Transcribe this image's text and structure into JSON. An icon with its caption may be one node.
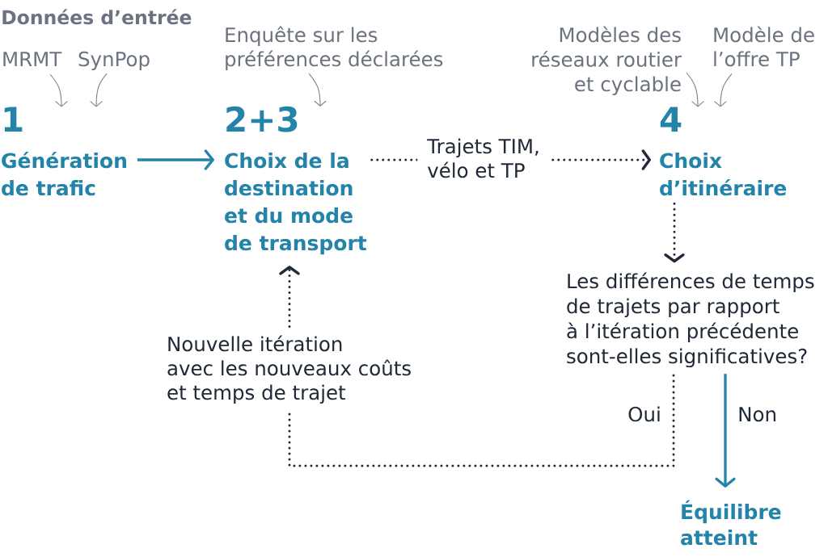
{
  "diagram": {
    "nodes": [
      {
        "text": [
          "MRMT"
        ]
      },
      {
        "text": [
          "SynPop"
        ]
      },
      {
        "text": [
          "Enquête sur les préférences déclarées"
        ]
      },
      {
        "text": [
          "Modèles des réseaux routier et cyclable"
        ]
      },
      {
        "text": [
          "Modèle de l’offre TP"
        ]
      },
      {
        "text": [
          "1",
          "Génération de trafic"
        ]
      },
      {
        "text": [
          "2+3",
          "Choix de la destination et du mode de transport"
        ]
      },
      {
        "text": [
          "4",
          "Choix d’itinéraire"
        ]
      },
      {
        "text": [
          "Les différences de temps de trajets par rapport à l’itération précédente sont-elles significatives?"
        ]
      },
      {
        "text": [
          "Nouvelle itération avec les nouveaux coûts et temps de trajet"
        ]
      },
      {
        "text": [
          "Équilibre atteint"
        ]
      }
    ],
    "edges": [
      {
        "from": 0,
        "to": 5,
        "arrow": "to"
      },
      {
        "from": 1,
        "to": 5,
        "arrow": "to"
      },
      {
        "from": 2,
        "to": 6,
        "arrow": "to"
      },
      {
        "from": 3,
        "to": 7,
        "arrow": "to"
      },
      {
        "from": 4,
        "to": 7,
        "arrow": "to"
      },
      {
        "from": 5,
        "to": 6,
        "arrow": "to",
        "color": "#2383a8"
      },
      {
        "from": 6,
        "to": 7,
        "arrow": "to",
        "label": "Trajets TIM, vélo et TP",
        "style": "dashed",
        "color": "#1f2937"
      },
      {
        "from": 7,
        "to": 8,
        "arrow": "to",
        "style": "dashed",
        "color": "#1f2937"
      },
      {
        "from": 8,
        "to": 9,
        "arrow": "none",
        "label": "Oui",
        "style": "dashed",
        "color": "#1f2937"
      },
      {
        "from": 9,
        "to": 6,
        "arrow": "to",
        "style": "dashed",
        "color": "#1f2937"
      },
      {
        "from": 8,
        "to": 10,
        "arrow": "to",
        "label": "Non",
        "color": "#2383a8"
      }
    ],
    "labels": [
      "Données d’entrée"
    ]
  }
}
